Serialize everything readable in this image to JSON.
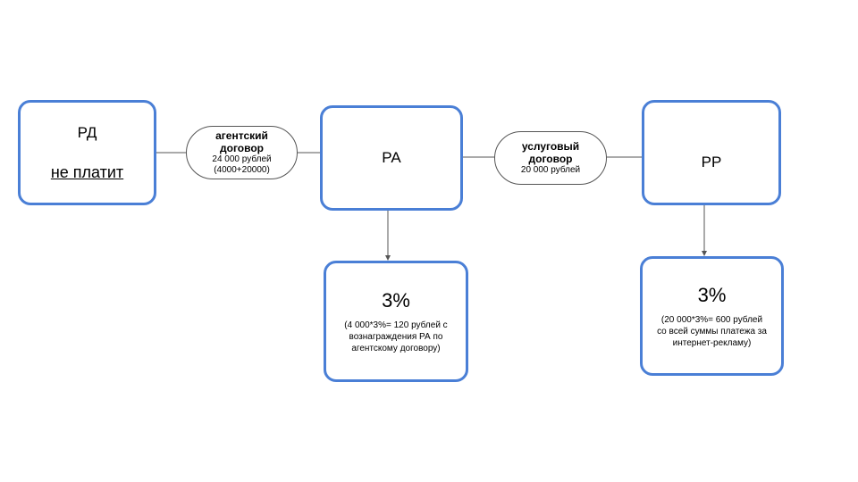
{
  "entities": {
    "rd": {
      "label": "РД",
      "note": "не платит"
    },
    "ra": {
      "label": "РА"
    },
    "rr": {
      "label": "РР"
    }
  },
  "contracts": {
    "agency": {
      "title_line1": "агентский",
      "title_line2": "договор",
      "amount": "24 000 рублей",
      "breakdown": "(4000+20000)"
    },
    "service": {
      "title_line1": "услуговый",
      "title_line2": "договор",
      "amount": "20 000 рублей"
    }
  },
  "taxes": {
    "ra": {
      "percent": "3%",
      "note_line1": "(4 000*3%= 120 рублей с",
      "note_line2": "вознаграждения РА по",
      "note_line3": "агентскому договору)"
    },
    "rr": {
      "percent": "3%",
      "note_line1": "(20 000*3%= 600 рублей",
      "note_line2": "со всей суммы платежа за",
      "note_line3": "интернет-рекламу)"
    }
  },
  "colors": {
    "box_border": "#4a7fd6",
    "connector": "#555555"
  }
}
